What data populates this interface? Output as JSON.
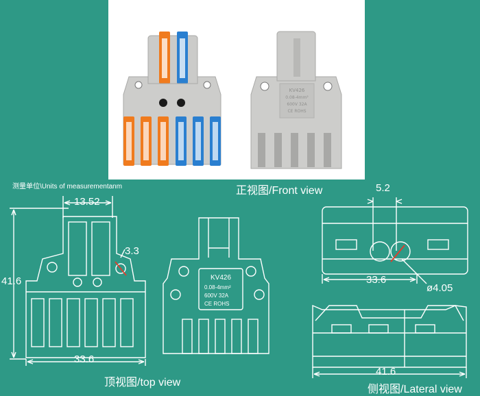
{
  "units_label": "测量单位\\Units of measurementanm",
  "product_photo": {
    "front_marking": [
      "KV426",
      "0.08-4mm²",
      "600V 32A",
      "CE ROHS"
    ]
  },
  "top_view": {
    "title": "顶视图/top view",
    "dim_width": "33.6",
    "dim_height": "41.6",
    "dim_pitch": "13.52",
    "dim_hole": "3.3"
  },
  "front_view": {
    "title": "正视图/Front view",
    "marking": {
      "model": "KV426",
      "range": "0.08-4mm²",
      "rating": "600V   32A",
      "cert": "CE   ROHS"
    }
  },
  "lateral_view": {
    "title": "侧视图/Lateral view",
    "dim_upper_width": "33.6",
    "dim_lower_width": "41.6",
    "dim_spacing": "5.2",
    "dim_diameter": "ø4.05"
  },
  "colors": {
    "background": "#2e9986",
    "line": "#ffffff",
    "dim_accent": "#e53b2a",
    "lever_orange": "#f07b1e",
    "lever_blue": "#2a7fd0",
    "housing_gray": "#c9c9c7"
  }
}
